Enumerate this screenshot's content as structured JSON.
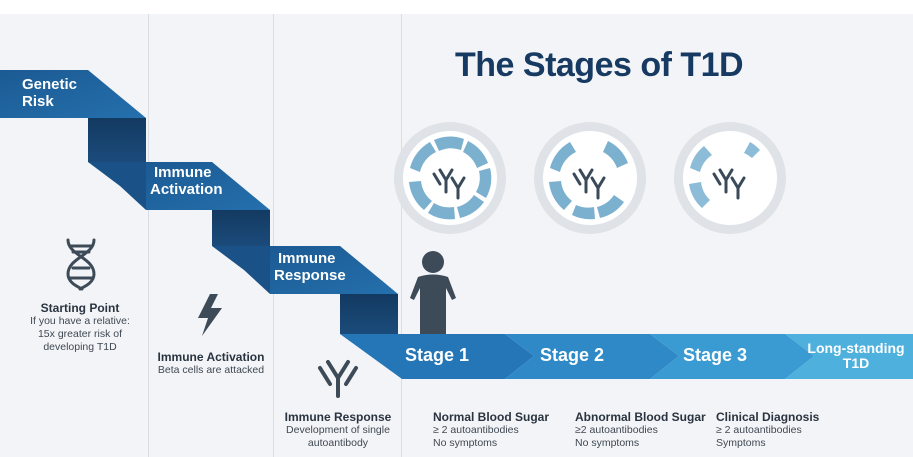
{
  "title": "The Stages of T1D",
  "steps": [
    {
      "label_1": "Genetic",
      "label_2": "Risk"
    },
    {
      "label_1": "Immune",
      "label_2": "Activation"
    },
    {
      "label_1": "Immune",
      "label_2": "Response"
    }
  ],
  "stages": [
    {
      "label": "Stage 1"
    },
    {
      "label": "Stage 2"
    },
    {
      "label": "Stage 3"
    },
    {
      "label_1": "Long-standing",
      "label_2": "T1D"
    }
  ],
  "captions": {
    "starting_point": {
      "title": "Starting Point",
      "line_1": "If you have a relative:",
      "line_2": "15x greater risk of",
      "line_3": "developing T1D"
    },
    "immune_activation": {
      "title": "Immune Activation",
      "line_1": "Beta cells are attacked"
    },
    "immune_response": {
      "title": "Immune Response",
      "line_1": "Development of single",
      "line_2": "autoantibody"
    },
    "stage_1": {
      "title": "Normal Blood Sugar",
      "line_1": "≥ 2 autoantibodies",
      "line_2": "No symptoms"
    },
    "stage_2": {
      "title": "Abnormal Blood Sugar",
      "line_1": "≥2 autoantibodies",
      "line_2": "No symptoms"
    },
    "stage_3": {
      "title": "Clinical Diagnosis",
      "line_1": "≥ 2 autoantibodies",
      "line_2": "Symptoms"
    }
  },
  "icons": {
    "starting_point": "dna-icon",
    "immune_activation": "lightning-icon",
    "immune_response": "antibody-icon",
    "person": "person-icon",
    "stage_circles": "beta-cell-antibody-icon"
  },
  "colors": {
    "title": "#173a63",
    "step_blue": "#1f5f9a",
    "step_dark": "#163f69",
    "stage_blue": "#2b87c8",
    "stage_light": "#4fb2de",
    "circle_ring": "#d8dde3",
    "cell_blue": "#6fa7c9"
  }
}
